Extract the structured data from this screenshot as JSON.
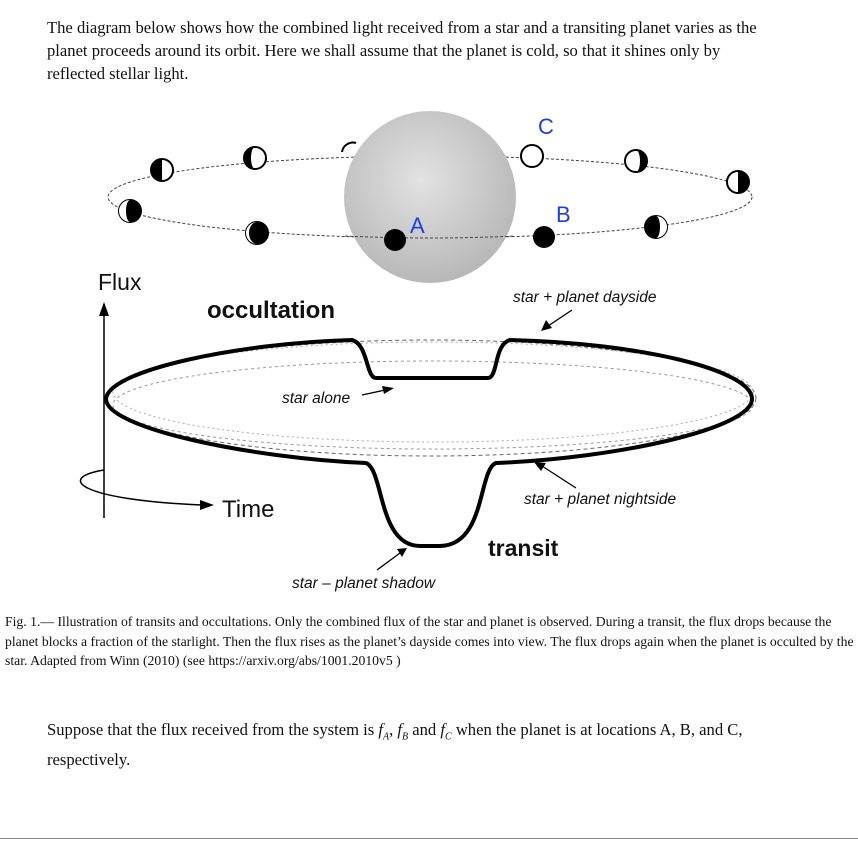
{
  "intro": "The diagram below shows how the combined light received from a star and a transiting planet varies as the planet proceeds around its orbit. Here we shall assume that the planet is cold, so that it shines only by reflected stellar light.",
  "figure": {
    "labels": {
      "flux": "Flux",
      "time": "Time",
      "occultation": "occultation",
      "transit": "transit",
      "star_alone": "star alone",
      "dayside": "star + planet dayside",
      "nightside": "star + planet nightside",
      "shadow": "star – planet shadow",
      "a": "A",
      "b": "B",
      "c": "C"
    },
    "colors": {
      "label_blue": "#1f3fe0",
      "star_fill": "#c8c8c8"
    }
  },
  "caption": "Fig. 1.— Illustration of transits and occultations. Only the combined flux of the star and planet is observed. During a transit, the flux drops because the planet blocks a fraction of the starlight. Then the flux rises as the planet’s dayside comes into view. The flux drops again when the planet is occulted by the star. Adapted from Winn (2010) (see https://arxiv.org/abs/1001.2010v5 )",
  "question": {
    "before": "Suppose that the flux received from the system is ",
    "fa": "f",
    "fa_sub": "A",
    "sep1": ", ",
    "fb": "f",
    "fb_sub": "B",
    "and": " and ",
    "fc": "f",
    "fc_sub": "C",
    "after": " when the planet is at locations A, B, and C, respectively."
  }
}
